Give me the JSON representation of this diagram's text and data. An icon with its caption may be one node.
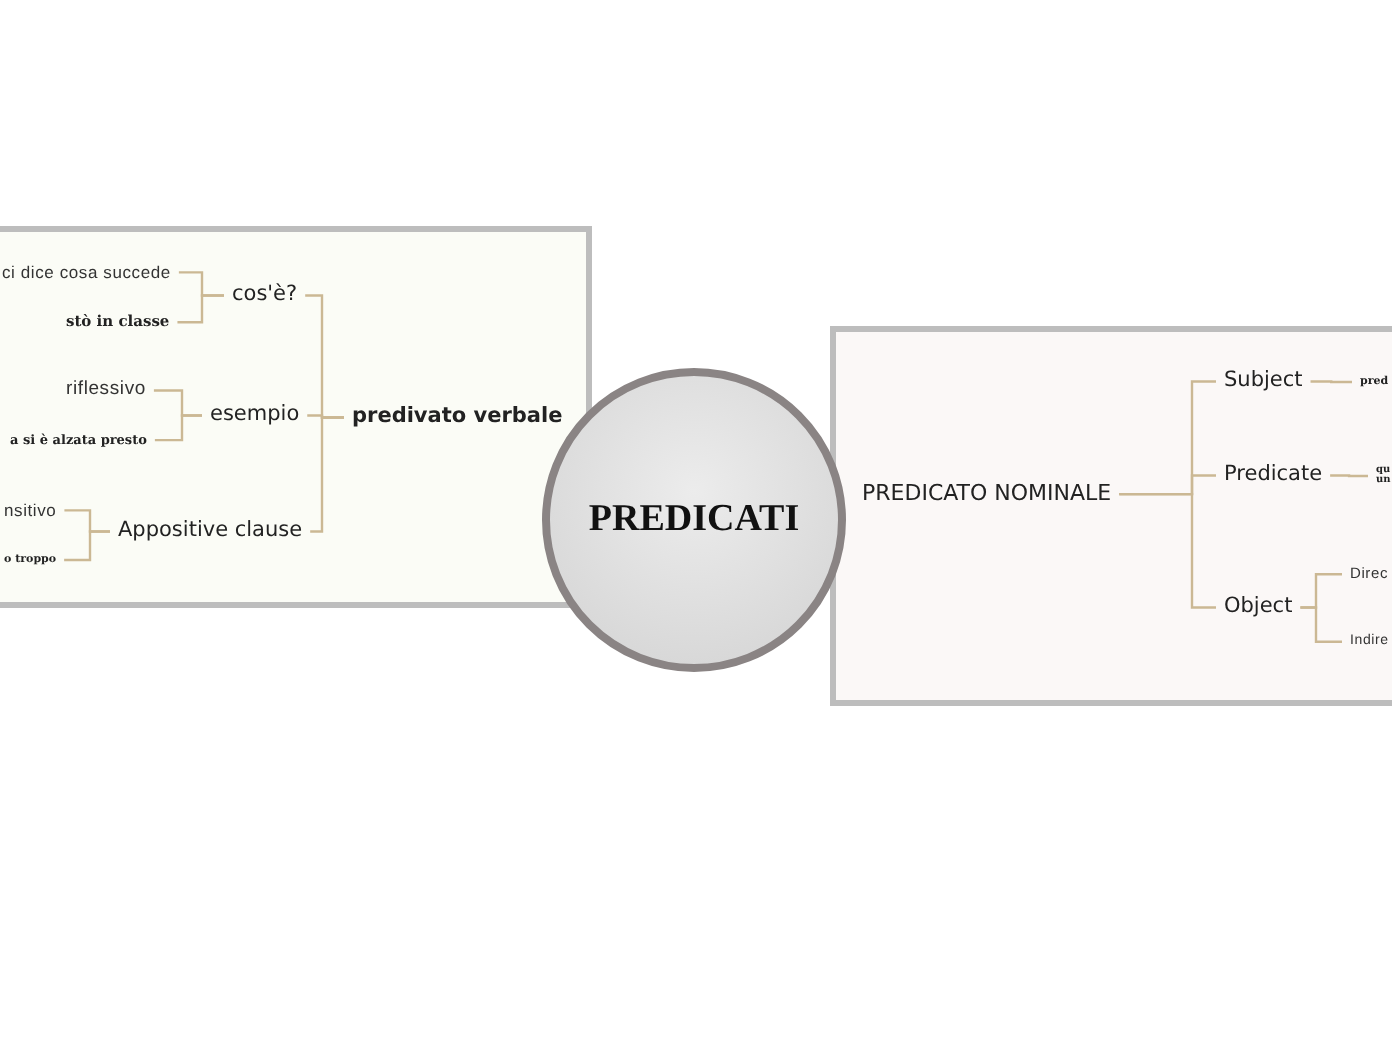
{
  "diagram": {
    "title": "PREDICATI",
    "nodes": [
      {
        "text": [],
        "shape": "box"
      },
      {
        "text": [
          "ci dice cosa succede"
        ],
        "in": 0
      },
      {
        "text": [
          "stò in classe"
        ],
        "in": 0
      },
      {
        "text": [
          "cos'è?"
        ],
        "in": 0
      },
      {
        "text": [
          "riflessivo"
        ],
        "in": 0
      },
      {
        "text": [
          "a si è alzata presto"
        ],
        "in": 0
      },
      {
        "text": [
          "esempio"
        ],
        "in": 0
      },
      {
        "text": [
          "predivato verbale"
        ],
        "in": 0
      },
      {
        "text": [
          "nsitivo"
        ],
        "in": 0
      },
      {
        "text": [
          "o troppo"
        ],
        "in": 0
      },
      {
        "text": [
          "Appositive clause"
        ],
        "in": 0
      },
      {
        "text": [],
        "shape": "box"
      },
      {
        "text": [
          "PREDICATO NOMINALE"
        ],
        "in": 11
      },
      {
        "text": [
          "Subject"
        ],
        "in": 11
      },
      {
        "text": [
          "pred"
        ],
        "in": 11
      },
      {
        "text": [
          "Predicate"
        ],
        "in": 11
      },
      {
        "text": [
          "qu un"
        ],
        "in": 11
      },
      {
        "text": [
          "Object"
        ],
        "in": 11
      },
      {
        "text": [
          "Direc"
        ],
        "in": 11
      },
      {
        "text": [
          "Indire"
        ],
        "in": 11
      }
    ],
    "edges": [
      {
        "from": 7,
        "to": 3,
        "arrow": "none"
      },
      {
        "from": 7,
        "to": 6,
        "arrow": "none"
      },
      {
        "from": 7,
        "to": 10,
        "arrow": "none"
      },
      {
        "from": 3,
        "to": 1,
        "arrow": "none"
      },
      {
        "from": 3,
        "to": 2,
        "arrow": "none"
      },
      {
        "from": 6,
        "to": 4,
        "arrow": "none"
      },
      {
        "from": 6,
        "to": 5,
        "arrow": "none"
      },
      {
        "from": 10,
        "to": 8,
        "arrow": "none"
      },
      {
        "from": 10,
        "to": 9,
        "arrow": "none"
      },
      {
        "from": 12,
        "to": 13,
        "arrow": "none"
      },
      {
        "from": 12,
        "to": 15,
        "arrow": "none"
      },
      {
        "from": 12,
        "to": 17,
        "arrow": "none"
      },
      {
        "from": 13,
        "to": 14,
        "arrow": "none"
      },
      {
        "from": 15,
        "to": 16,
        "arrow": "none"
      },
      {
        "from": 17,
        "to": 18,
        "arrow": "none"
      },
      {
        "from": 17,
        "to": 19,
        "arrow": "none"
      }
    ]
  }
}
